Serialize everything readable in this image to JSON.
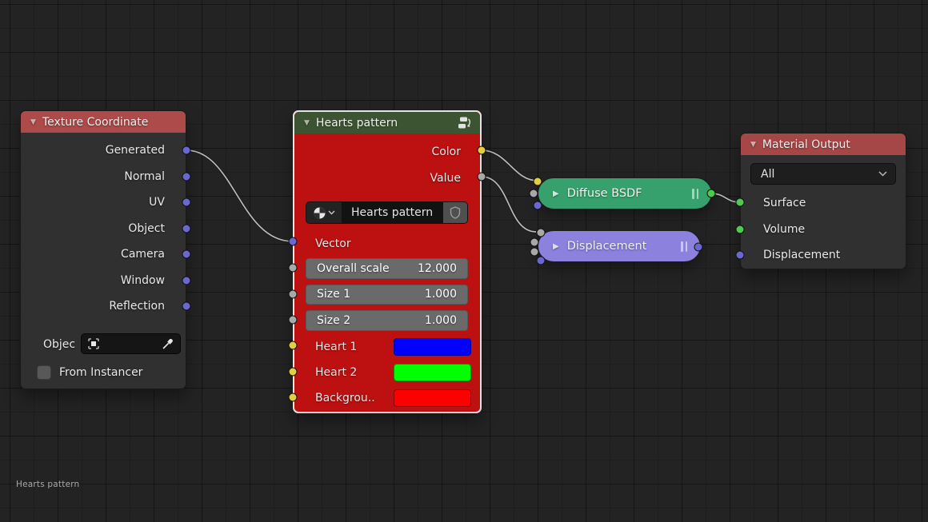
{
  "editor": {
    "breadcrumb": "Hearts pattern",
    "background_color": "#232323",
    "wire_color": "#b9b9b9"
  },
  "socket_colors": {
    "vector": "#6a67d0",
    "value": "#a8a8a8",
    "color": "#e3cf3c",
    "shader": "#4ecb4e"
  },
  "nodes": {
    "texture_coordinate": {
      "title": "Texture Coordinate",
      "header_color": "#ad4a4a",
      "outputs": [
        "Generated",
        "Normal",
        "UV",
        "Object",
        "Camera",
        "Window",
        "Reflection"
      ],
      "object_label": "Objec",
      "from_instancer_label": "From Instancer"
    },
    "hearts_pattern": {
      "title": "Hearts pattern",
      "header_color": "#3c5431",
      "body_color": "#bd1111",
      "outputs": [
        "Color",
        "Value"
      ],
      "group_name": "Hearts pattern",
      "vector_label": "Vector",
      "sliders": [
        {
          "label": "Overall scale",
          "value": "12.000"
        },
        {
          "label": "Size 1",
          "value": "1.000"
        },
        {
          "label": "Size 2",
          "value": "1.000"
        }
      ],
      "color_inputs": [
        {
          "label": "Heart 1",
          "color": "#0000ff"
        },
        {
          "label": "Heart 2",
          "color": "#00ff00"
        },
        {
          "label": "Backgrou..",
          "color": "#ff0000"
        }
      ]
    },
    "diffuse_bsdf": {
      "title": "Diffuse BSDF",
      "color": "#36a16c"
    },
    "displacement": {
      "title": "Displacement",
      "color": "#8c81dc"
    },
    "material_output": {
      "title": "Material Output",
      "header_color": "#a64747",
      "target_value": "All",
      "inputs": [
        "Surface",
        "Volume",
        "Displacement"
      ]
    }
  },
  "links": [
    {
      "from": "Texture Coordinate.Generated",
      "to": "Hearts pattern.Vector"
    },
    {
      "from": "Hearts pattern.Color",
      "to": "Diffuse BSDF.Color"
    },
    {
      "from": "Hearts pattern.Value",
      "to": "Displacement.Height"
    },
    {
      "from": "Diffuse BSDF.BSDF",
      "to": "Material Output.Surface"
    }
  ]
}
